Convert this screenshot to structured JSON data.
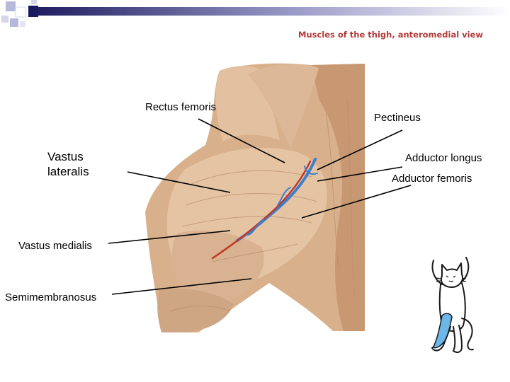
{
  "slide": {
    "title": "Muscles of the thigh, anteromedial view"
  },
  "labels": {
    "rectus_femoris": "Rectus femoris",
    "pectineus": "Pectineus",
    "vastus_lateralis_line1": "Vastus",
    "vastus_lateralis_line2": "lateralis",
    "adductor_longus": "Adductor longus",
    "adductor_femoris": "Adductor femoris",
    "vastus_medialis": "Vastus medialis",
    "semimembranosus": "Semimembranosus"
  },
  "colors": {
    "accent_navy": "#1a1a5e",
    "accent_lavender": "#b8b8dc",
    "title_red": "#b23a3a",
    "muscle_tan": "#d9b08c",
    "vessel_blue": "#3b7fd0",
    "vessel_red": "#c0392b",
    "cat_highlight": "#6ab7e8"
  },
  "icons": {
    "corner_decoration": "square-grid-decoration",
    "cartoon": "cat-mascot-icon"
  }
}
